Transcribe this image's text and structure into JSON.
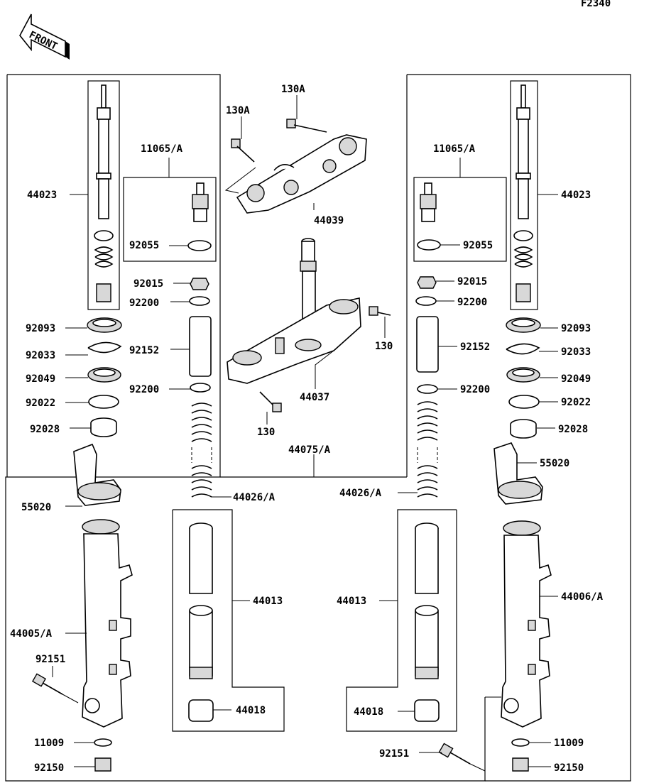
{
  "figure_code": "F2340",
  "front_marker": "FRONT",
  "labels": {
    "p130A_top": "130A",
    "p130A_left": "130A",
    "p11065_left": "11065/A",
    "p11065_right": "11065/A",
    "p44023_left": "44023",
    "p44023_right": "44023",
    "p44039": "44039",
    "p92055_left": "92055",
    "p92055_right": "92055",
    "p92015_left": "92015",
    "p92015_right": "92015",
    "p92200_a_left": "92200",
    "p92200_a_right": "92200",
    "p92093_left": "92093",
    "p92093_right": "92093",
    "p92152_left": "92152",
    "p92152_right": "92152",
    "p130_upper": "130",
    "p92033_left": "92033",
    "p92033_right": "92033",
    "p92049_left": "92049",
    "p92049_right": "92049",
    "p92200_b_left": "92200",
    "p92200_b_right": "92200",
    "p44037": "44037",
    "p92022_left": "92022",
    "p92022_right": "92022",
    "p92028_left": "92028",
    "p92028_right": "92028",
    "p130_lower": "130",
    "p44075": "44075/A",
    "p55020_left": "55020",
    "p55020_right": "55020",
    "p44026_left": "44026/A",
    "p44026_right": "44026/A",
    "p44013_left": "44013",
    "p44013_right": "44013",
    "p44006": "44006/A",
    "p44005": "44005/A",
    "p92151_left": "92151",
    "p92151_right": "92151",
    "p44018_left": "44018",
    "p44018_right": "44018",
    "p11009_left": "11009",
    "p11009_right": "11009",
    "p92150_left": "92150",
    "p92150_right": "92150"
  }
}
